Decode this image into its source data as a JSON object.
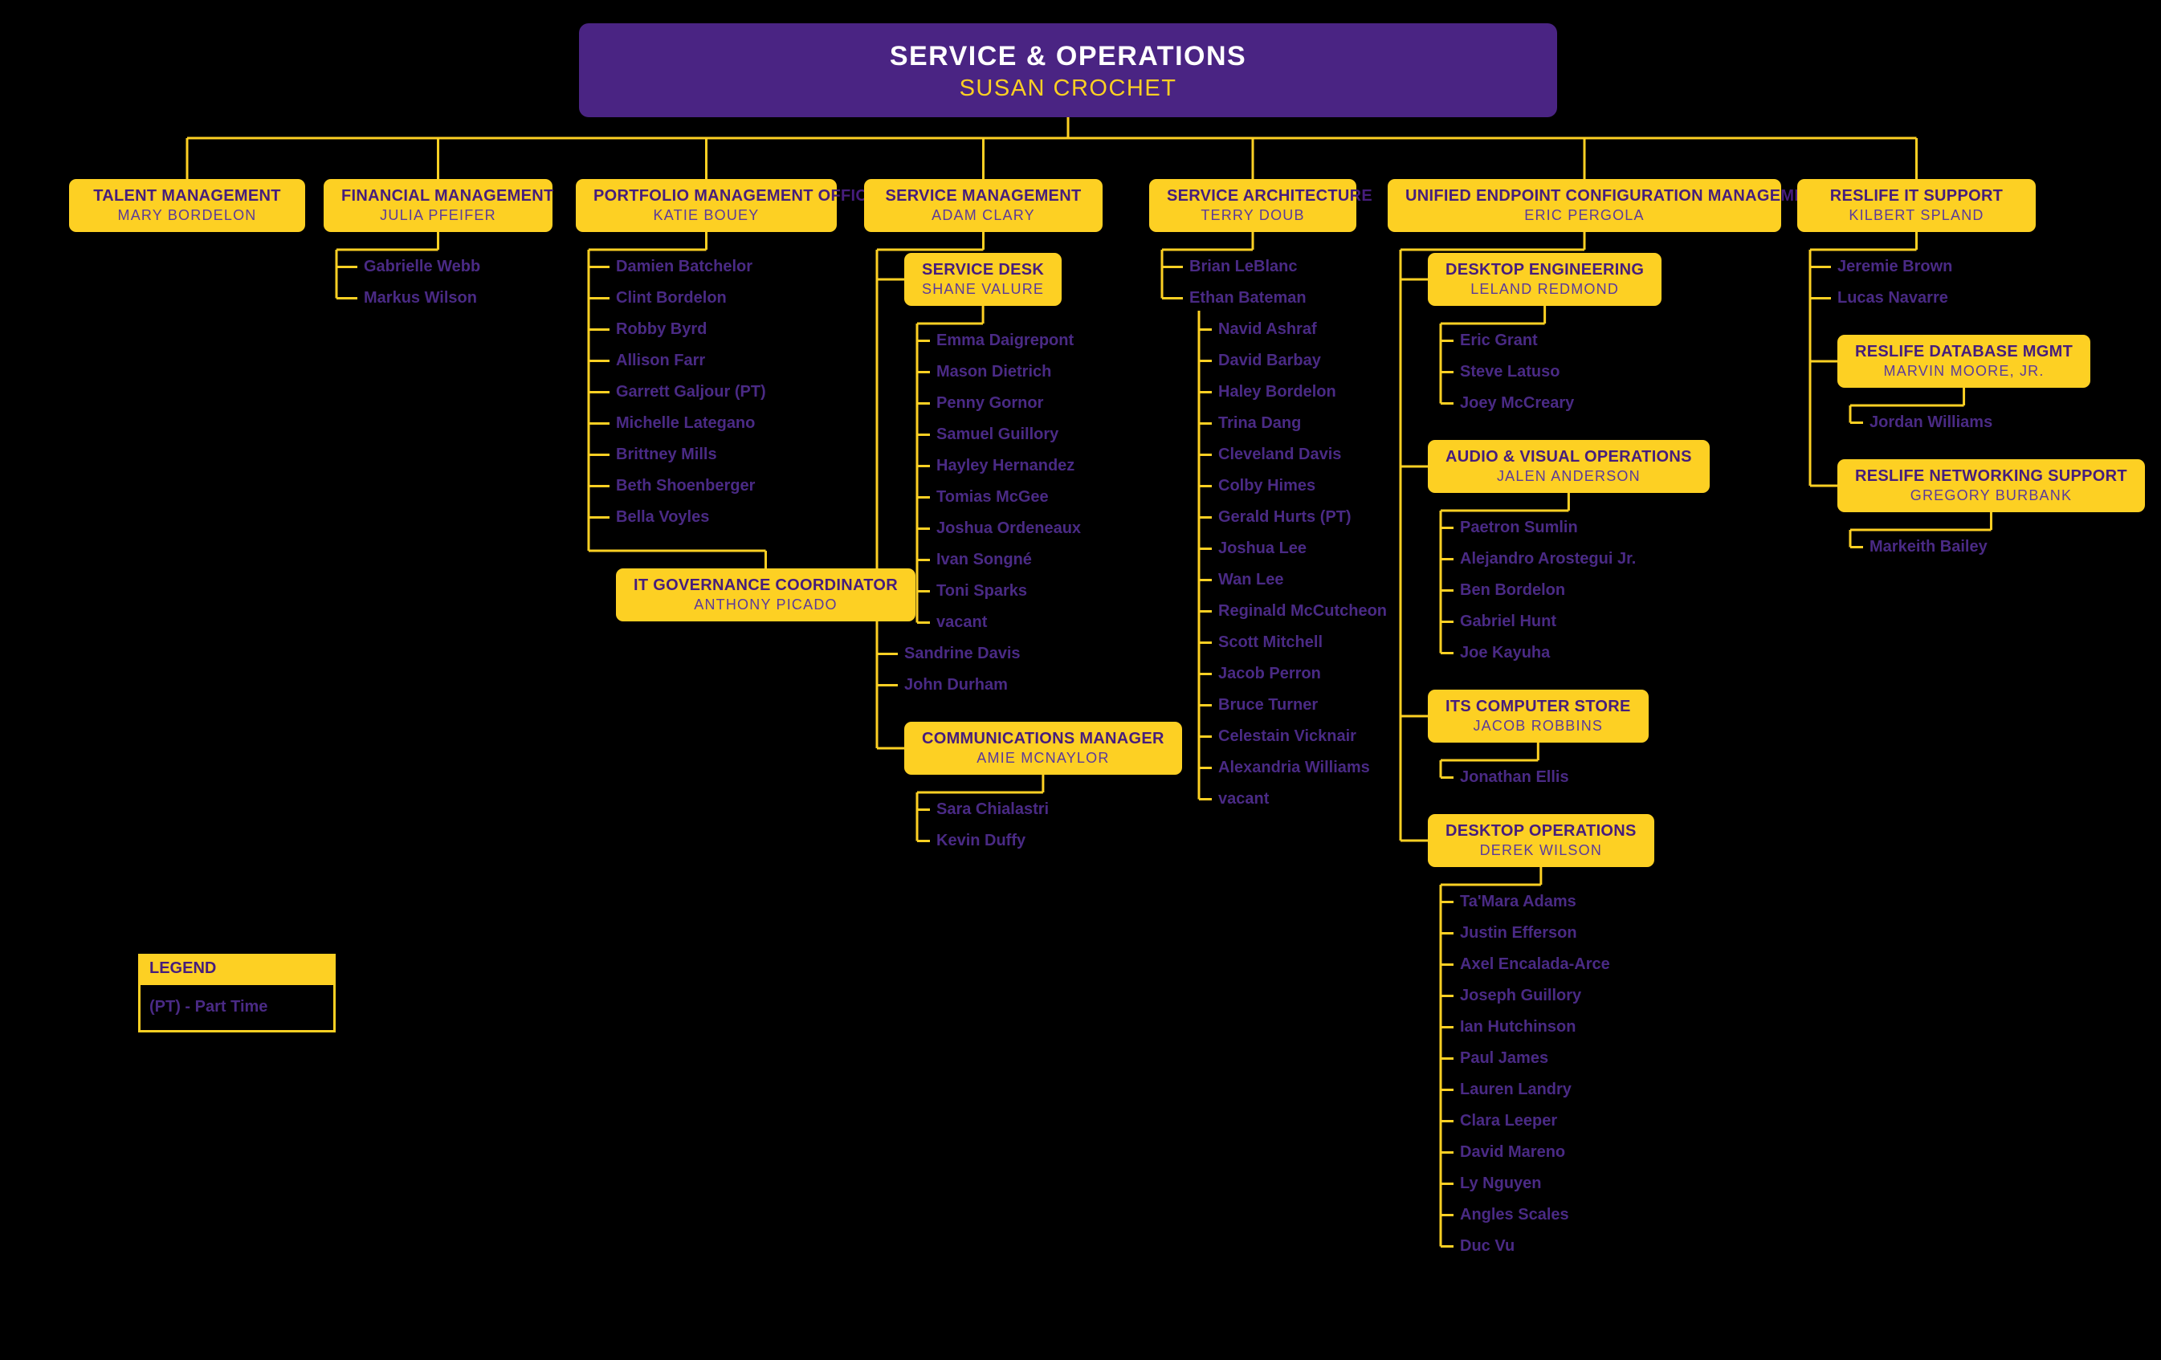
{
  "root": {
    "title": "SERVICE & OPERATIONS",
    "person": "SUSAN CROCHET"
  },
  "colors": {
    "background": "#000000",
    "gold": "#FDD023",
    "root_box_purple": "#4A2483",
    "box_title_purple": "#461D7C",
    "box_person_purple": "#5B3A9B",
    "list_name_purple": "#4A2A85",
    "root_title_white": "#FFFFFF"
  },
  "branches": [
    {
      "title": "TALENT MANAGEMENT",
      "person": "MARY BORDELON",
      "children": []
    },
    {
      "title": "FINANCIAL MANAGEMENT",
      "person": "JULIA PFEIFER",
      "children": [
        {
          "type": "name",
          "label": "Gabrielle Webb"
        },
        {
          "type": "name",
          "label": "Markus Wilson"
        }
      ]
    },
    {
      "title": "PORTFOLIO MANAGEMENT OFFICE",
      "person": "KATIE BOUEY",
      "children": [
        {
          "type": "name",
          "label": "Damien Batchelor"
        },
        {
          "type": "name",
          "label": "Clint Bordelon"
        },
        {
          "type": "name",
          "label": "Robby Byrd"
        },
        {
          "type": "name",
          "label": "Allison Farr"
        },
        {
          "type": "name",
          "label": "Garrett Galjour (PT)"
        },
        {
          "type": "name",
          "label": "Michelle Lategano"
        },
        {
          "type": "name",
          "label": "Brittney Mills"
        },
        {
          "type": "name",
          "label": "Beth Shoenberger"
        },
        {
          "type": "name",
          "label": "Bella Voyles"
        },
        {
          "type": "box",
          "connect": "top",
          "title": "IT GOVERNANCE COORDINATOR",
          "person": "ANTHONY PICADO",
          "children": []
        }
      ]
    },
    {
      "title": "SERVICE MANAGEMENT",
      "person": "ADAM CLARY",
      "children": [
        {
          "type": "box",
          "title": "SERVICE DESK",
          "person": "SHANE VALURE",
          "children": [
            {
              "type": "name",
              "label": "Emma Daigrepont"
            },
            {
              "type": "name",
              "label": "Mason Dietrich"
            },
            {
              "type": "name",
              "label": "Penny Gornor"
            },
            {
              "type": "name",
              "label": "Samuel Guillory"
            },
            {
              "type": "name",
              "label": "Hayley Hernandez"
            },
            {
              "type": "name",
              "label": "Tomias McGee"
            },
            {
              "type": "name",
              "label": "Joshua Ordeneaux"
            },
            {
              "type": "name",
              "label": "Ivan Songné"
            },
            {
              "type": "name",
              "label": "Toni Sparks"
            },
            {
              "type": "name",
              "label": "vacant"
            }
          ]
        },
        {
          "type": "name",
          "label": "Sandrine Davis"
        },
        {
          "type": "name",
          "label": "John Durham"
        },
        {
          "type": "box",
          "title": "COMMUNICATIONS MANAGER",
          "person": "AMIE MCNAYLOR",
          "children": [
            {
              "type": "name",
              "label": "Sara Chialastri"
            },
            {
              "type": "name",
              "label": "Kevin Duffy"
            }
          ]
        }
      ]
    },
    {
      "title": "SERVICE ARCHITECTURE",
      "person": "TERRY DOUB",
      "children": [
        {
          "type": "name",
          "label": "Brian LeBlanc"
        },
        {
          "type": "name",
          "label": "Ethan Bateman",
          "children": [
            {
              "type": "name",
              "label": "Navid Ashraf"
            },
            {
              "type": "name",
              "label": "David Barbay"
            },
            {
              "type": "name",
              "label": "Haley Bordelon"
            },
            {
              "type": "name",
              "label": "Trina Dang"
            },
            {
              "type": "name",
              "label": "Cleveland Davis"
            },
            {
              "type": "name",
              "label": "Colby Himes"
            },
            {
              "type": "name",
              "label": "Gerald Hurts (PT)"
            },
            {
              "type": "name",
              "label": "Joshua Lee"
            },
            {
              "type": "name",
              "label": "Wan Lee"
            },
            {
              "type": "name",
              "label": "Reginald McCutcheon"
            },
            {
              "type": "name",
              "label": "Scott Mitchell"
            },
            {
              "type": "name",
              "label": "Jacob Perron"
            },
            {
              "type": "name",
              "label": "Bruce Turner"
            },
            {
              "type": "name",
              "label": "Celestain Vicknair"
            },
            {
              "type": "name",
              "label": "Alexandria Williams"
            },
            {
              "type": "name",
              "label": "vacant"
            }
          ]
        }
      ]
    },
    {
      "title": "UNIFIED ENDPOINT CONFIGURATION MANAGEMENT",
      "person": "ERIC PERGOLA",
      "children": [
        {
          "type": "box",
          "title": "DESKTOP ENGINEERING",
          "person": "LELAND REDMOND",
          "children": [
            {
              "type": "name",
              "label": "Eric Grant"
            },
            {
              "type": "name",
              "label": "Steve Latuso"
            },
            {
              "type": "name",
              "label": "Joey McCreary"
            }
          ]
        },
        {
          "type": "box",
          "title": "AUDIO & VISUAL OPERATIONS",
          "person": "JALEN ANDERSON",
          "children": [
            {
              "type": "name",
              "label": "Paetron Sumlin"
            },
            {
              "type": "name",
              "label": "Alejandro Arostegui Jr."
            },
            {
              "type": "name",
              "label": "Ben Bordelon"
            },
            {
              "type": "name",
              "label": "Gabriel Hunt"
            },
            {
              "type": "name",
              "label": "Joe Kayuha"
            }
          ]
        },
        {
          "type": "box",
          "title": "ITS COMPUTER STORE",
          "person": "JACOB ROBBINS",
          "children": [
            {
              "type": "name",
              "label": "Jonathan Ellis"
            }
          ]
        },
        {
          "type": "box",
          "title": "DESKTOP OPERATIONS",
          "person": "DEREK WILSON",
          "children": [
            {
              "type": "name",
              "label": "Ta'Mara Adams"
            },
            {
              "type": "name",
              "label": "Justin Efferson"
            },
            {
              "type": "name",
              "label": "Axel Encalada-Arce"
            },
            {
              "type": "name",
              "label": "Joseph Guillory"
            },
            {
              "type": "name",
              "label": "Ian Hutchinson"
            },
            {
              "type": "name",
              "label": "Paul James"
            },
            {
              "type": "name",
              "label": "Lauren Landry"
            },
            {
              "type": "name",
              "label": "Clara Leeper"
            },
            {
              "type": "name",
              "label": "David Mareno"
            },
            {
              "type": "name",
              "label": "Ly Nguyen"
            },
            {
              "type": "name",
              "label": "Angles Scales"
            },
            {
              "type": "name",
              "label": "Duc Vu"
            }
          ]
        }
      ]
    },
    {
      "title": "RESLIFE IT SUPPORT",
      "person": "KILBERT SPLAND",
      "children": [
        {
          "type": "name",
          "label": "Jeremie Brown"
        },
        {
          "type": "name",
          "label": "Lucas Navarre"
        },
        {
          "type": "box",
          "title": "RESLIFE DATABASE MGMT",
          "person": "MARVIN MOORE, JR.",
          "children": [
            {
              "type": "name",
              "label": "Jordan Williams"
            }
          ]
        },
        {
          "type": "box",
          "title": "RESLIFE NETWORKING SUPPORT",
          "person": "GREGORY BURBANK",
          "children": [
            {
              "type": "name",
              "label": "Markeith Bailey"
            }
          ]
        }
      ]
    }
  ],
  "legend": {
    "header": "LEGEND",
    "items": [
      "(PT) - Part Time"
    ]
  }
}
